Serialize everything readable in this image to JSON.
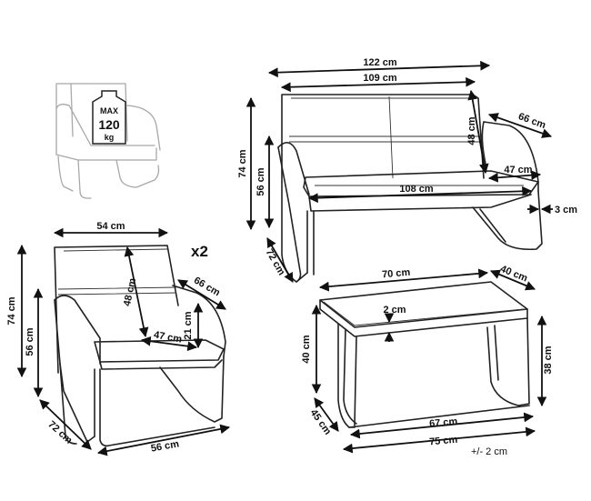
{
  "multiplier": "x2",
  "capacity": {
    "line1": "MAX",
    "line2": "120",
    "line3": "kg"
  },
  "sofa": {
    "overall_width": "122 cm",
    "back_width": "109 cm",
    "arm_depth": "66 cm",
    "back_height": "48 cm",
    "seat_depth": "47 cm",
    "seat_width": "108 cm",
    "frame_tube": "3 cm",
    "total_height": "74 cm",
    "seat_height": "56 cm",
    "total_depth": "72 cm"
  },
  "chair": {
    "width": "54 cm",
    "back_height": "48 cm",
    "arm_depth": "66 cm",
    "arm_height": "21 cm",
    "seat_depth": "47 cm",
    "total_height": "74 cm",
    "seat_height": "56 cm",
    "total_depth": "72 cm",
    "base_width": "56 cm"
  },
  "table": {
    "top_length": "70 cm",
    "top_width": "40 cm",
    "top_thickness": "2 cm",
    "total_height": "40 cm",
    "leg_height": "38 cm",
    "base_depth": "45 cm",
    "base_length": "67 cm",
    "overall_length": "75 cm"
  },
  "tolerance": "+/- 2 cm"
}
